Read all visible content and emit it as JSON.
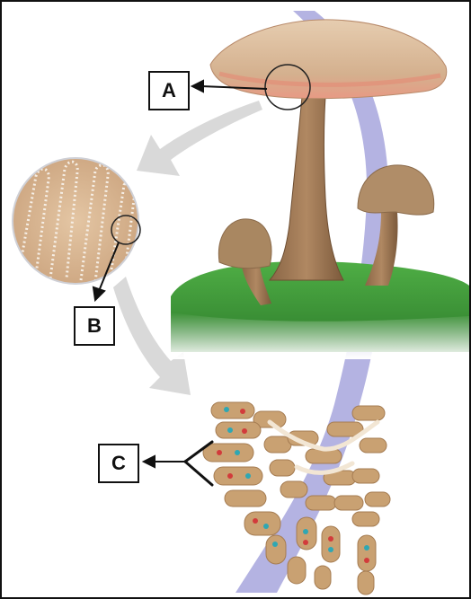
{
  "labels": {
    "a": "A",
    "b": "B",
    "c": "C"
  },
  "colors": {
    "frame": "#111111",
    "cap": "#d9b99b",
    "cap_edge": "#e8a08a",
    "stalk": "#a07a56",
    "grass": "#3f9a3a",
    "arrow_gray": "#d8d8d8",
    "purple_band": "#a7a6dd",
    "hyphae": "#c9a172"
  }
}
